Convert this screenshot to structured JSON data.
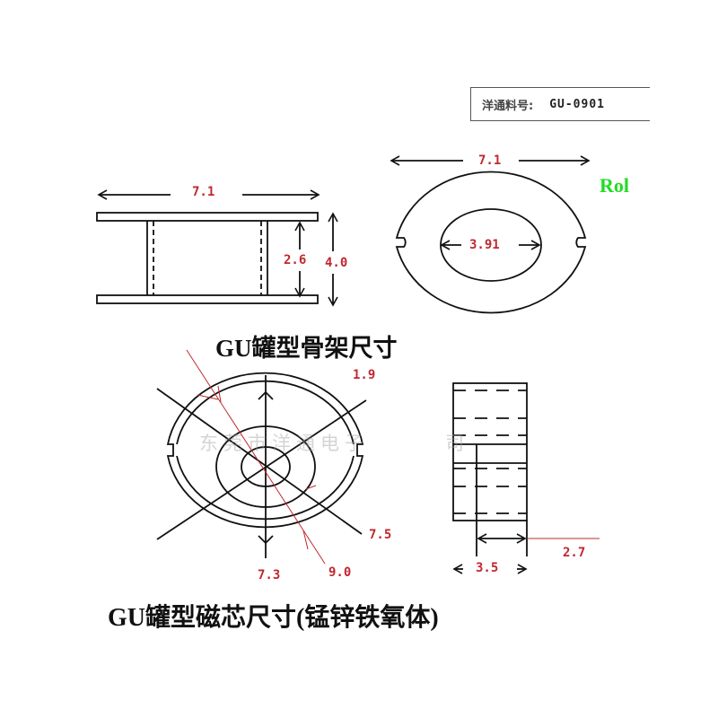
{
  "header": {
    "part_number_label": "洋通料号:",
    "part_number_value": "GU-0901",
    "brand_fragment": "Rol"
  },
  "bobbin": {
    "title": "GU罐型骨架尺寸",
    "side_view": {
      "width": "7.1",
      "inner_height": "2.6",
      "total_height": "4.0"
    },
    "top_view": {
      "outer_diameter": "7.1",
      "inner_diameter": "3.91"
    }
  },
  "core": {
    "title": "GU罐型磁芯尺寸(锰锌铁氧体)",
    "top_view": {
      "d1": "1.9",
      "d2": "7.5",
      "d3": "7.3",
      "d4": "9.0"
    },
    "side_view": {
      "d5": "2.7",
      "d6": "3.5"
    }
  },
  "watermark": {
    "text": "东莞市洋通电子",
    "suffix": "司"
  },
  "colors": {
    "dimension_text": "#c0282f",
    "brand_text": "#22dd22",
    "line": "#111111",
    "leader": "#c0282f"
  }
}
